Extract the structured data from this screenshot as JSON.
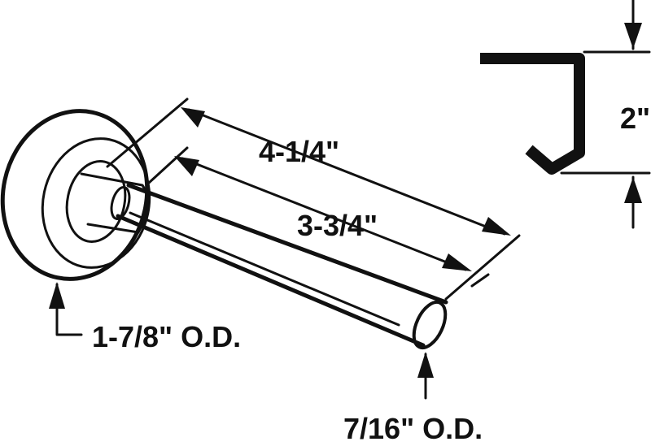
{
  "diagram": {
    "title": "Garage door roller with track profile dimensions",
    "colors": {
      "ink": "#111111",
      "background": "#ffffff"
    },
    "labels": {
      "overall_length": "4-1/4\"",
      "stem_length": "3-3/4\"",
      "wheel_diameter": "1-7/8\" O.D.",
      "stem_diameter": "7/16\" O.D.",
      "track_depth": "2\""
    }
  }
}
